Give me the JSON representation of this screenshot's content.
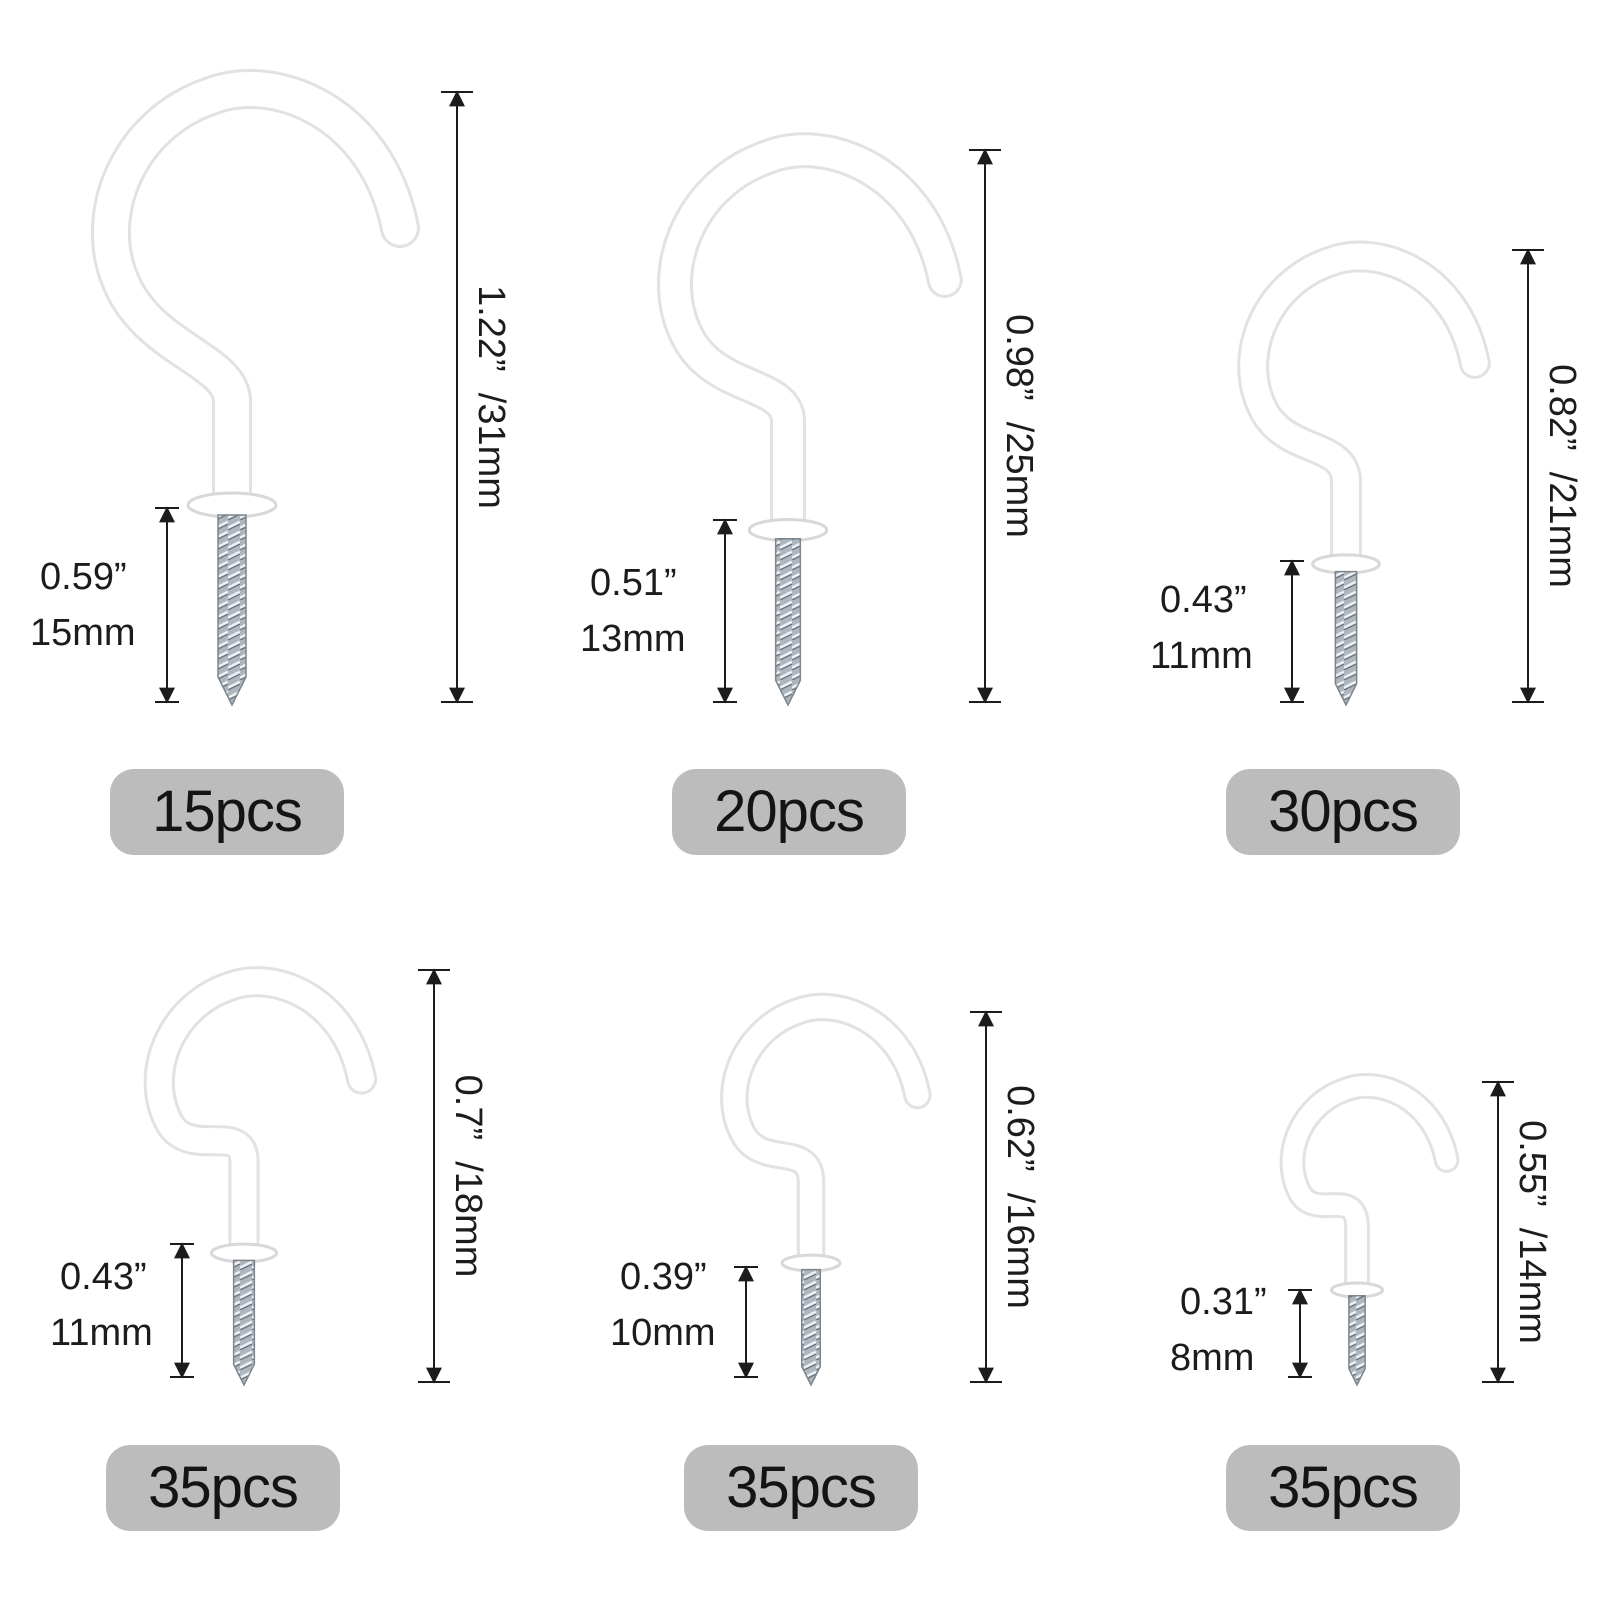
{
  "hooks": [
    {
      "height_label": "1.22”  /31mm",
      "thread_in": "0.59”",
      "thread_mm": "15mm",
      "quantity": "15pcs"
    },
    {
      "height_label": "0.98”  /25mm",
      "thread_in": "0.51”",
      "thread_mm": "13mm",
      "quantity": "20pcs"
    },
    {
      "height_label": "0.82”  /21mm",
      "thread_in": "0.43”",
      "thread_mm": "11mm",
      "quantity": "30pcs"
    },
    {
      "height_label": "0.7”  /18mm",
      "thread_in": "0.43”",
      "thread_mm": "11mm",
      "quantity": "35pcs"
    },
    {
      "height_label": "0.62”  /16mm",
      "thread_in": "0.39”",
      "thread_mm": "10mm",
      "quantity": "35pcs"
    },
    {
      "height_label": "0.55”  /14mm",
      "thread_in": "0.31”",
      "thread_mm": "8mm",
      "quantity": "35pcs"
    }
  ],
  "colors": {
    "hook": "#ffffff",
    "hook_edge": "#e2e2e2",
    "screw": "#b9c0c8",
    "badge": "#bcbcbc",
    "ink": "#1c1c1c"
  }
}
